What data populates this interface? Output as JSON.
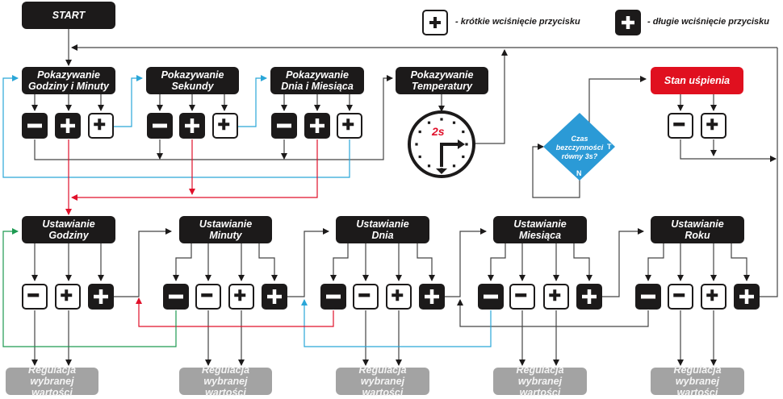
{
  "legend": {
    "short_press": "- krótkie wciśnięcie przycisku",
    "long_press": "- długie wciśnięcie przycisku"
  },
  "nodes": {
    "start": "START",
    "show_hour_minute": "Pokazywanie\nGodziny i Minuty",
    "show_seconds": "Pokazywanie\nSekundy",
    "show_day_month": "Pokazywanie\nDnia i Miesiąca",
    "show_temperature": "Pokazywanie\nTemperatury",
    "sleep_state": "Stan uśpienia",
    "set_hour": "Ustawianie\nGodziny",
    "set_minute": "Ustawianie\nMinuty",
    "set_day": "Ustawianie\nDnia",
    "set_month": "Ustawianie\nMiesiąca",
    "set_year": "Ustawianie\nRoku",
    "adjust_value": "Regulacja wybranej\nwartości"
  },
  "decision": {
    "question": "Czas\nbezczynności\nrówny 3s?",
    "yes_label": "T",
    "no_label": "N"
  },
  "timer": {
    "label": "2s"
  },
  "icons": {
    "minus": "minus-icon",
    "plus": "plus-icon",
    "clock": "clock-icon"
  },
  "colors": {
    "node_dark": "#1c1a1a",
    "node_sleep": "#e0101f",
    "node_adjust": "#a3a3a3",
    "decision": "#2b9ad6",
    "wire_red": "#e0102a",
    "wire_blue": "#2aa6d8",
    "wire_green": "#1e9a52",
    "wire_black": "#333333"
  }
}
